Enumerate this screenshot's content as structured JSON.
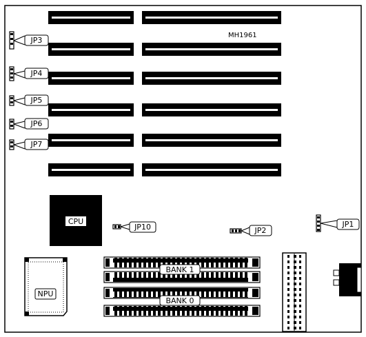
{
  "board": {
    "model": "MH1961",
    "line_color": "#000000",
    "fill_color": "#ffffff"
  },
  "jumpers": {
    "jp1": "JP1",
    "jp2": "JP2",
    "jp3": "JP3",
    "jp4": "JP4",
    "jp5": "JP5",
    "jp6": "JP6",
    "jp7": "JP7",
    "jp10": "JP10"
  },
  "components": {
    "cpu": "CPU",
    "npu": "NPU"
  },
  "memory": {
    "bank1": "BANK 1",
    "bank0": "BANK 0"
  }
}
